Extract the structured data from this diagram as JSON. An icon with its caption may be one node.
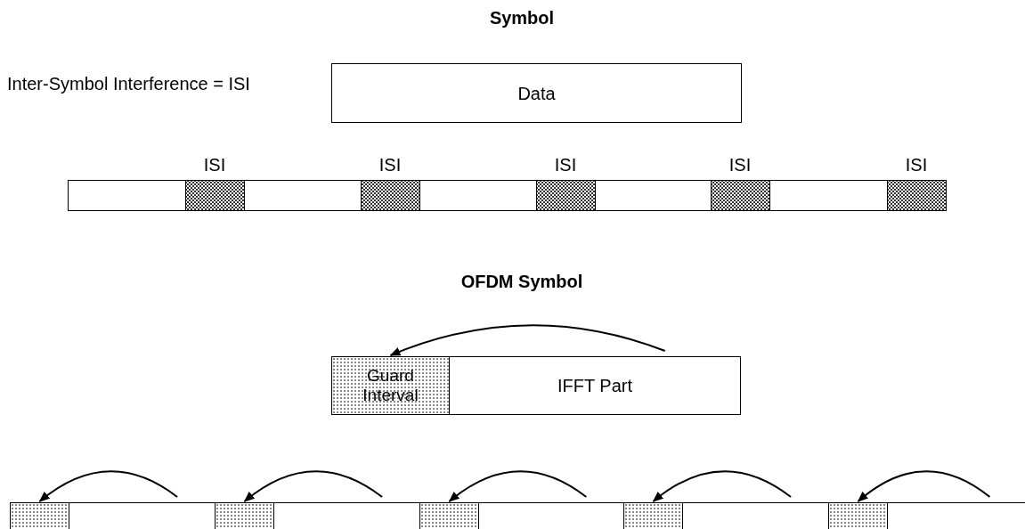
{
  "diagram": {
    "nodes": [
      {
        "text": [
          "Data"
        ]
      },
      {
        "text": [
          "Guard Interval"
        ]
      },
      {
        "text": [
          "IFFT Part"
        ]
      },
      {
        "text": [],
        "shape": "box"
      },
      {
        "text": [],
        "shape": "box"
      },
      {
        "text": [],
        "shape": "box"
      },
      {
        "text": [],
        "shape": "box"
      },
      {
        "text": [],
        "shape": "box"
      },
      {
        "text": [],
        "shape": "box"
      },
      {
        "text": [],
        "shape": "box"
      },
      {
        "text": [],
        "shape": "box"
      },
      {
        "text": [],
        "shape": "box"
      },
      {
        "text": [],
        "shape": "box"
      }
    ],
    "edges": [
      {
        "from": 2,
        "to": 1,
        "arrow": "to"
      },
      {
        "from": 4,
        "to": 3,
        "arrow": "to"
      },
      {
        "from": 6,
        "to": 5,
        "arrow": "to"
      },
      {
        "from": 8,
        "to": 7,
        "arrow": "to"
      },
      {
        "from": 10,
        "to": 9,
        "arrow": "to"
      },
      {
        "from": 12,
        "to": 11,
        "arrow": "to"
      }
    ],
    "labels": [
      "Symbol",
      "Inter-Symbol Interference = ISI",
      "ISI",
      "ISI",
      "ISI",
      "ISI",
      "ISI",
      "OFDM Symbol"
    ]
  }
}
